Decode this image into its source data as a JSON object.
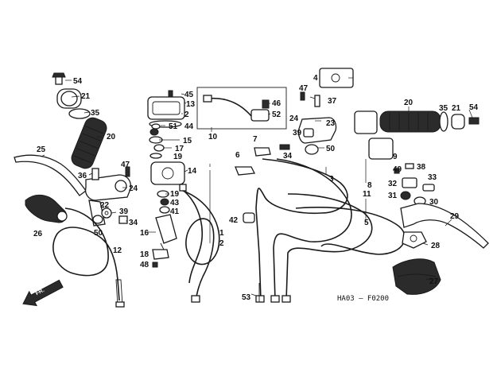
{
  "drawing_code": "HA03 – F0200",
  "direction_label": "FR.",
  "callouts": {
    "c54l": "54",
    "c21l": "21",
    "c35l": "35",
    "c20l": "20",
    "c25": "25",
    "c36": "36",
    "c47l": "47",
    "c24l": "24",
    "c22": "22",
    "c39l": "39",
    "c34l": "34",
    "c50l": "50",
    "c26": "26",
    "c12": "12",
    "c45": "45",
    "c13": "13",
    "c2a": "2",
    "c51": "51",
    "c44": "44",
    "c15": "15",
    "c17": "17",
    "c19a": "19",
    "c14": "14",
    "c19b": "19",
    "c43": "43",
    "c41": "41",
    "c16": "16",
    "c1": "1",
    "c2b": "2",
    "c18": "18",
    "c48": "48",
    "c10": "10",
    "c46": "46",
    "c52": "52",
    "c6": "6",
    "c7": "7",
    "c42": "42",
    "c53": "53",
    "c4": "4",
    "c47r": "47",
    "c37": "37",
    "c23": "23",
    "c24r": "24",
    "c39r": "39",
    "c34r": "34",
    "c50r": "50",
    "c3": "3",
    "c20r": "20",
    "c35r": "35",
    "c21r": "21",
    "c54r": "54",
    "c9": "9",
    "c49": "49",
    "c38": "38",
    "c8": "8",
    "c32": "32",
    "c33": "33",
    "c31": "31",
    "c30": "30",
    "c11": "11",
    "c5": "5",
    "c29": "29",
    "c28": "28",
    "c27": "27"
  }
}
